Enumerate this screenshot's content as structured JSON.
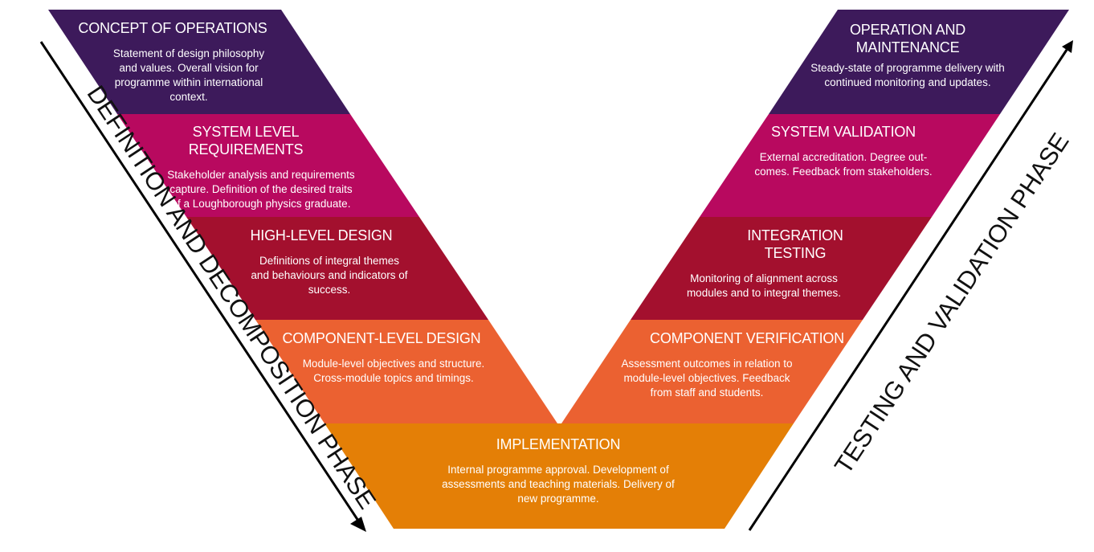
{
  "colors": {
    "purple": "#3d1a5b",
    "magenta": "#b8095f",
    "crimson": "#a3102e",
    "orange": "#eb6131",
    "amber": "#e47f06",
    "text": "#ffffff",
    "arrow": "#000000"
  },
  "phases": {
    "left": "DEFINITION AND DECOMPOSITION PHASE",
    "right": "TESTING AND VALIDATION PHASE"
  },
  "left_stages": [
    {
      "title": "CONCEPT OF OPERATIONS",
      "desc": "Statement of design philosophy and values. Overall vision for programme within international context."
    },
    {
      "title": "SYSTEM LEVEL REQUIREMENTS",
      "desc": "Stakeholder analysis and requirements capture. Definition of the desired traits of a Loughborough physics graduate."
    },
    {
      "title": "HIGH-LEVEL DESIGN",
      "desc": "Definitions of integral themes and behaviours and indicators of success."
    },
    {
      "title": "COMPONENT-LEVEL DESIGN",
      "desc": "Module-level objectives and structure. Cross-module topics and timings."
    }
  ],
  "right_stages": [
    {
      "title": "OPERATION AND MAINTENANCE",
      "desc": "Steady-state of programme delivery with continued monitoring and updates."
    },
    {
      "title": "SYSTEM VALIDATION",
      "desc": "External accreditation. Degree out-comes. Feedback from stakeholders."
    },
    {
      "title": "INTEGRATION TESTING",
      "desc": "Monitoring of alignment across modules and to integral themes."
    },
    {
      "title": "COMPONENT VERIFICATION",
      "desc": "Assessment outcomes in relation to module-level objectives. Feedback from staff and students."
    }
  ],
  "bottom_stage": {
    "title": "IMPLEMENTATION",
    "desc": "Internal programme approval. Development of assessments and teaching materials. Delivery of new programme."
  }
}
